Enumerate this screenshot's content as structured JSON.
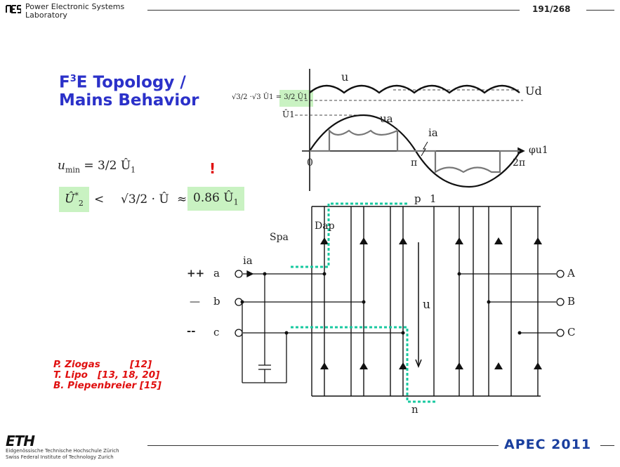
{
  "header": {
    "lab_line1": "Power Electronic Systems",
    "lab_line2": "Laboratory",
    "page": "191/268"
  },
  "title": {
    "line1_pre": "F",
    "line1_sup": "3",
    "line1_post": "E Topology  /",
    "line2": "Mains Behavior"
  },
  "equations": {
    "umin_lhs": "u",
    "umin_sub": "min",
    "umin_rhs": "= 3/2 Û",
    "umin_rhs_sub": "1",
    "u2_lhs": "Û",
    "u2_sup": "*",
    "u2_sub": "2",
    "lt": "<",
    "sqrt3_over_2": "√3/2 · Û",
    "approx": "≈",
    "result": "0.86 Û",
    "result_sub": "1",
    "warning": "!"
  },
  "waveform": {
    "ylabel_top": "√3/2 ·√3 Û1 = 3/2 Û1",
    "ylabel_u1": "Û1",
    "u_label": "u",
    "ua_label": "ua",
    "ia_label": "ia",
    "ud_label": "Ud",
    "phi_label": "φu1",
    "x0": "0",
    "xpi": "π",
    "x2pi": "2π"
  },
  "circuit": {
    "p": "p",
    "one": "1",
    "n": "n",
    "u": "u",
    "spa": "Spa",
    "dap": "Dap",
    "ia": "ia",
    "phase_a_sign": "++",
    "phase_b_sign": "—",
    "phase_c_sign": "--",
    "a": "a",
    "b": "b",
    "c": "c",
    "A": "A",
    "B": "B",
    "C": "C"
  },
  "references": "P. Ziogas         [12]\nT. Lipo   [13, 18, 20]\nB. Piepenbreier [15]",
  "footer": {
    "eth": "ETH",
    "eth_line1": "Eidgenössische Technische Hochschule Zürich",
    "eth_line2": "Swiss Federal Institute of Technology Zurich",
    "conference": "APEC 2011"
  },
  "colors": {
    "title": "#2b31c9",
    "refs": "#e01010",
    "highlight": "#c9f2c2",
    "path": "#19c9a0",
    "apec": "#1a3f9e"
  }
}
